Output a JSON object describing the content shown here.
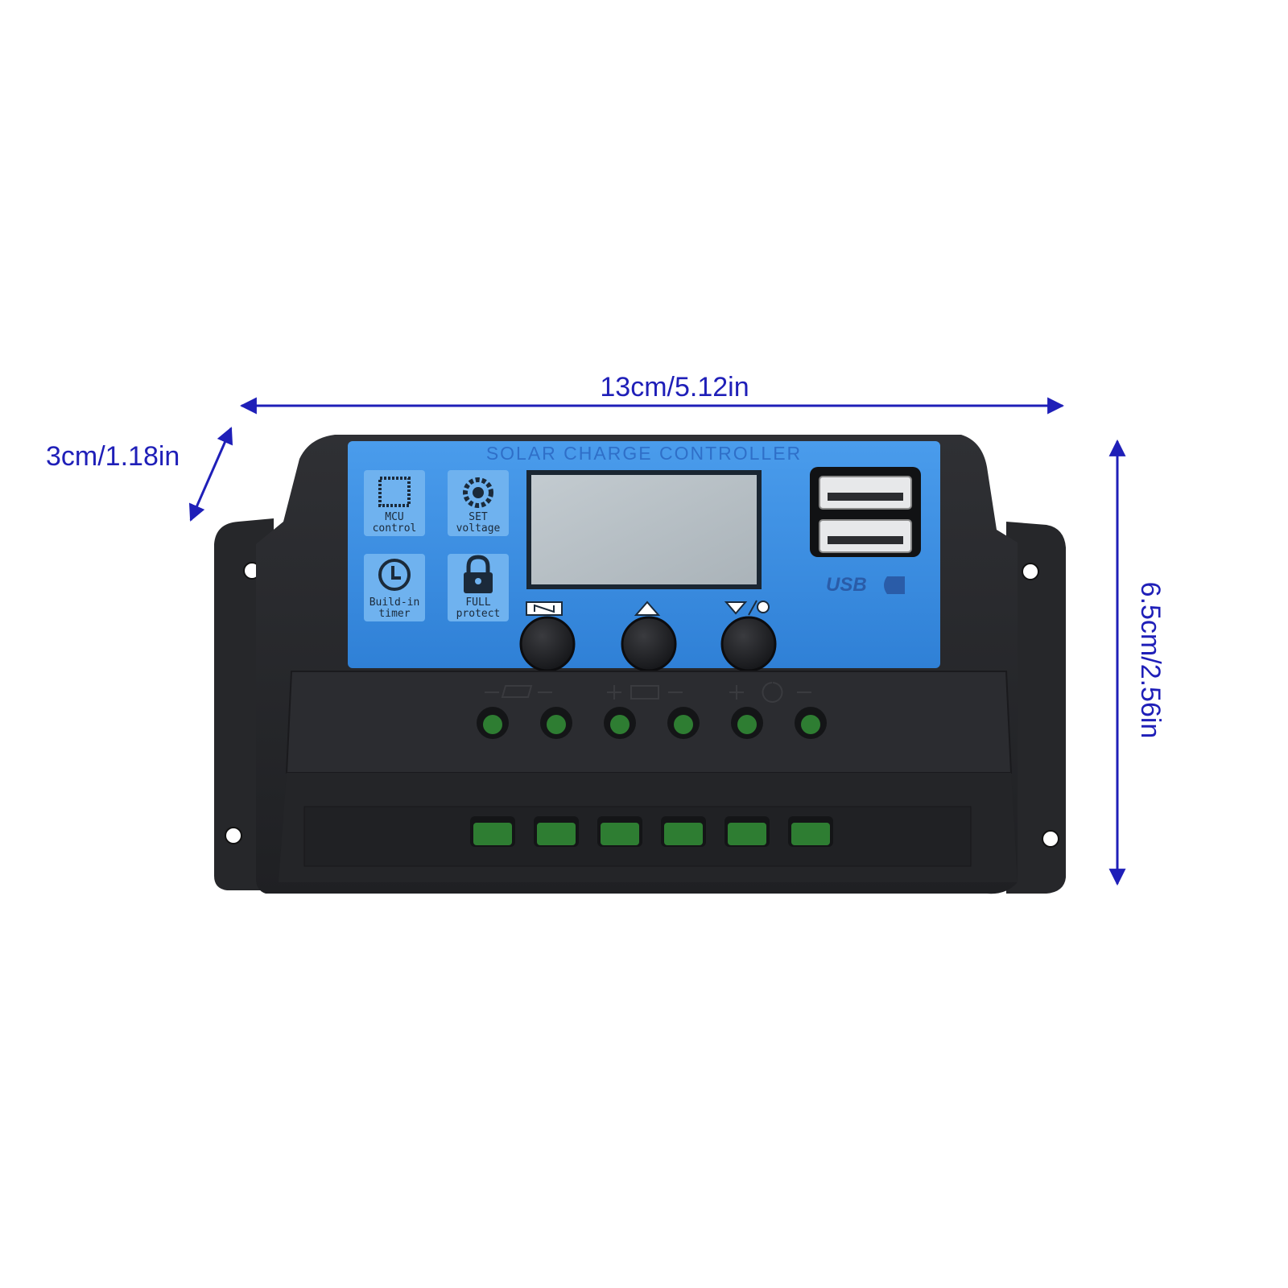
{
  "dimensions": {
    "width_label": "13cm/5.12in",
    "depth_label": "3cm/1.18in",
    "height_label": "6.5cm/2.56in",
    "arrow_color": "#1f1fb8"
  },
  "device": {
    "panel_title": "SOLAR CHARGE CONTROLLER",
    "panel_color": "#3b8fe0",
    "body_color": "#2a2b2e",
    "features": [
      {
        "icon": "mcu-chip-icon",
        "line1": "MCU",
        "line2": "control"
      },
      {
        "icon": "gear-icon",
        "line1": "SET",
        "line2": "voltage"
      },
      {
        "icon": "clock-icon",
        "line1": "Build-in",
        "line2": "timer"
      },
      {
        "icon": "lock-icon",
        "line1": "FULL",
        "line2": "protect"
      }
    ],
    "usb_label": "USB",
    "buttons": [
      {
        "icon": "menu-icon"
      },
      {
        "icon": "up-arrow-icon"
      },
      {
        "icon": "down-arrow-icon"
      }
    ],
    "terminal_count": 6,
    "terminal_color": "#2e7d32"
  }
}
